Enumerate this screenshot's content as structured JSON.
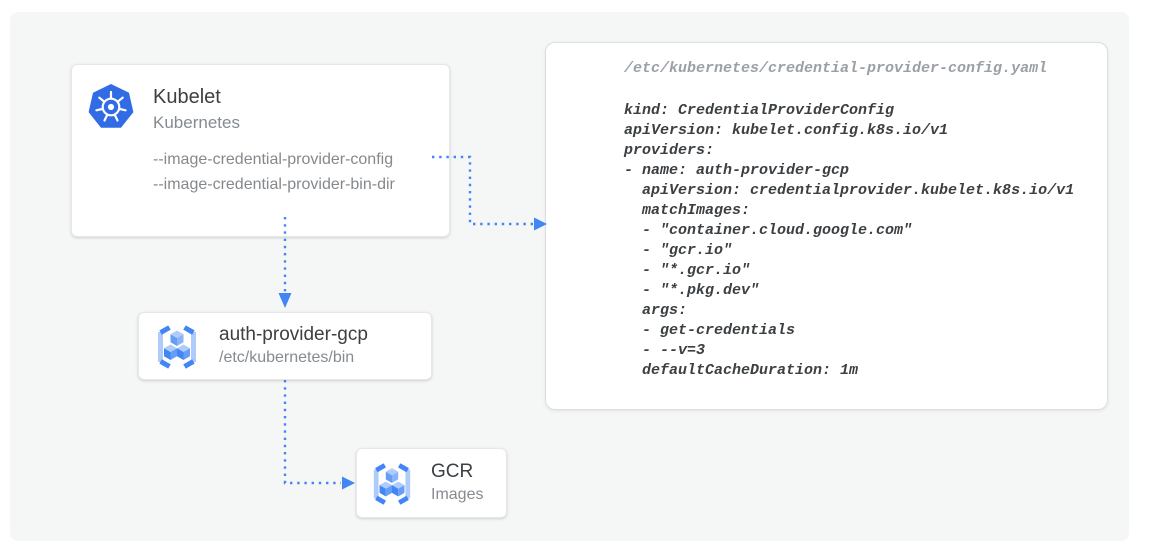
{
  "colors": {
    "accent_blue": "#4285F4",
    "kubernetes_blue": "#326CE5",
    "gcr_light_blue": "#AECBFA",
    "gcr_mid_blue": "#669DF6",
    "canvas_bg": "#f5f6f6",
    "text_dark": "#3c4043",
    "text_gray": "#868b90",
    "code_path_gray": "#9aa0a6"
  },
  "nodes": {
    "kubelet": {
      "title": "Kubelet",
      "subtitle": "Kubernetes",
      "icon": "kubernetes-icon",
      "flags": [
        "--image-credential-provider-config",
        "--image-credential-provider-bin-dir"
      ]
    },
    "auth_provider": {
      "title": "auth-provider-gcp",
      "subtitle": "/etc/kubernetes/bin",
      "icon": "gcr-icon"
    },
    "gcr": {
      "title": "GCR",
      "subtitle": "Images",
      "icon": "gcr-icon"
    }
  },
  "config_file": {
    "path": "/etc/kubernetes/credential-provider-config.yaml",
    "lines": [
      "kind: CredentialProviderConfig",
      "apiVersion: kubelet.config.k8s.io/v1",
      "providers:",
      "- name: auth-provider-gcp",
      "  apiVersion: credentialprovider.kubelet.k8s.io/v1",
      "  matchImages:",
      "  - \"container.cloud.google.com\"",
      "  - \"gcr.io\"",
      "  - \"*.gcr.io\"",
      "  - \"*.pkg.dev\"",
      "  args:",
      "  - get-credentials",
      "  - --v=3",
      "  defaultCacheDuration: 1m"
    ]
  }
}
